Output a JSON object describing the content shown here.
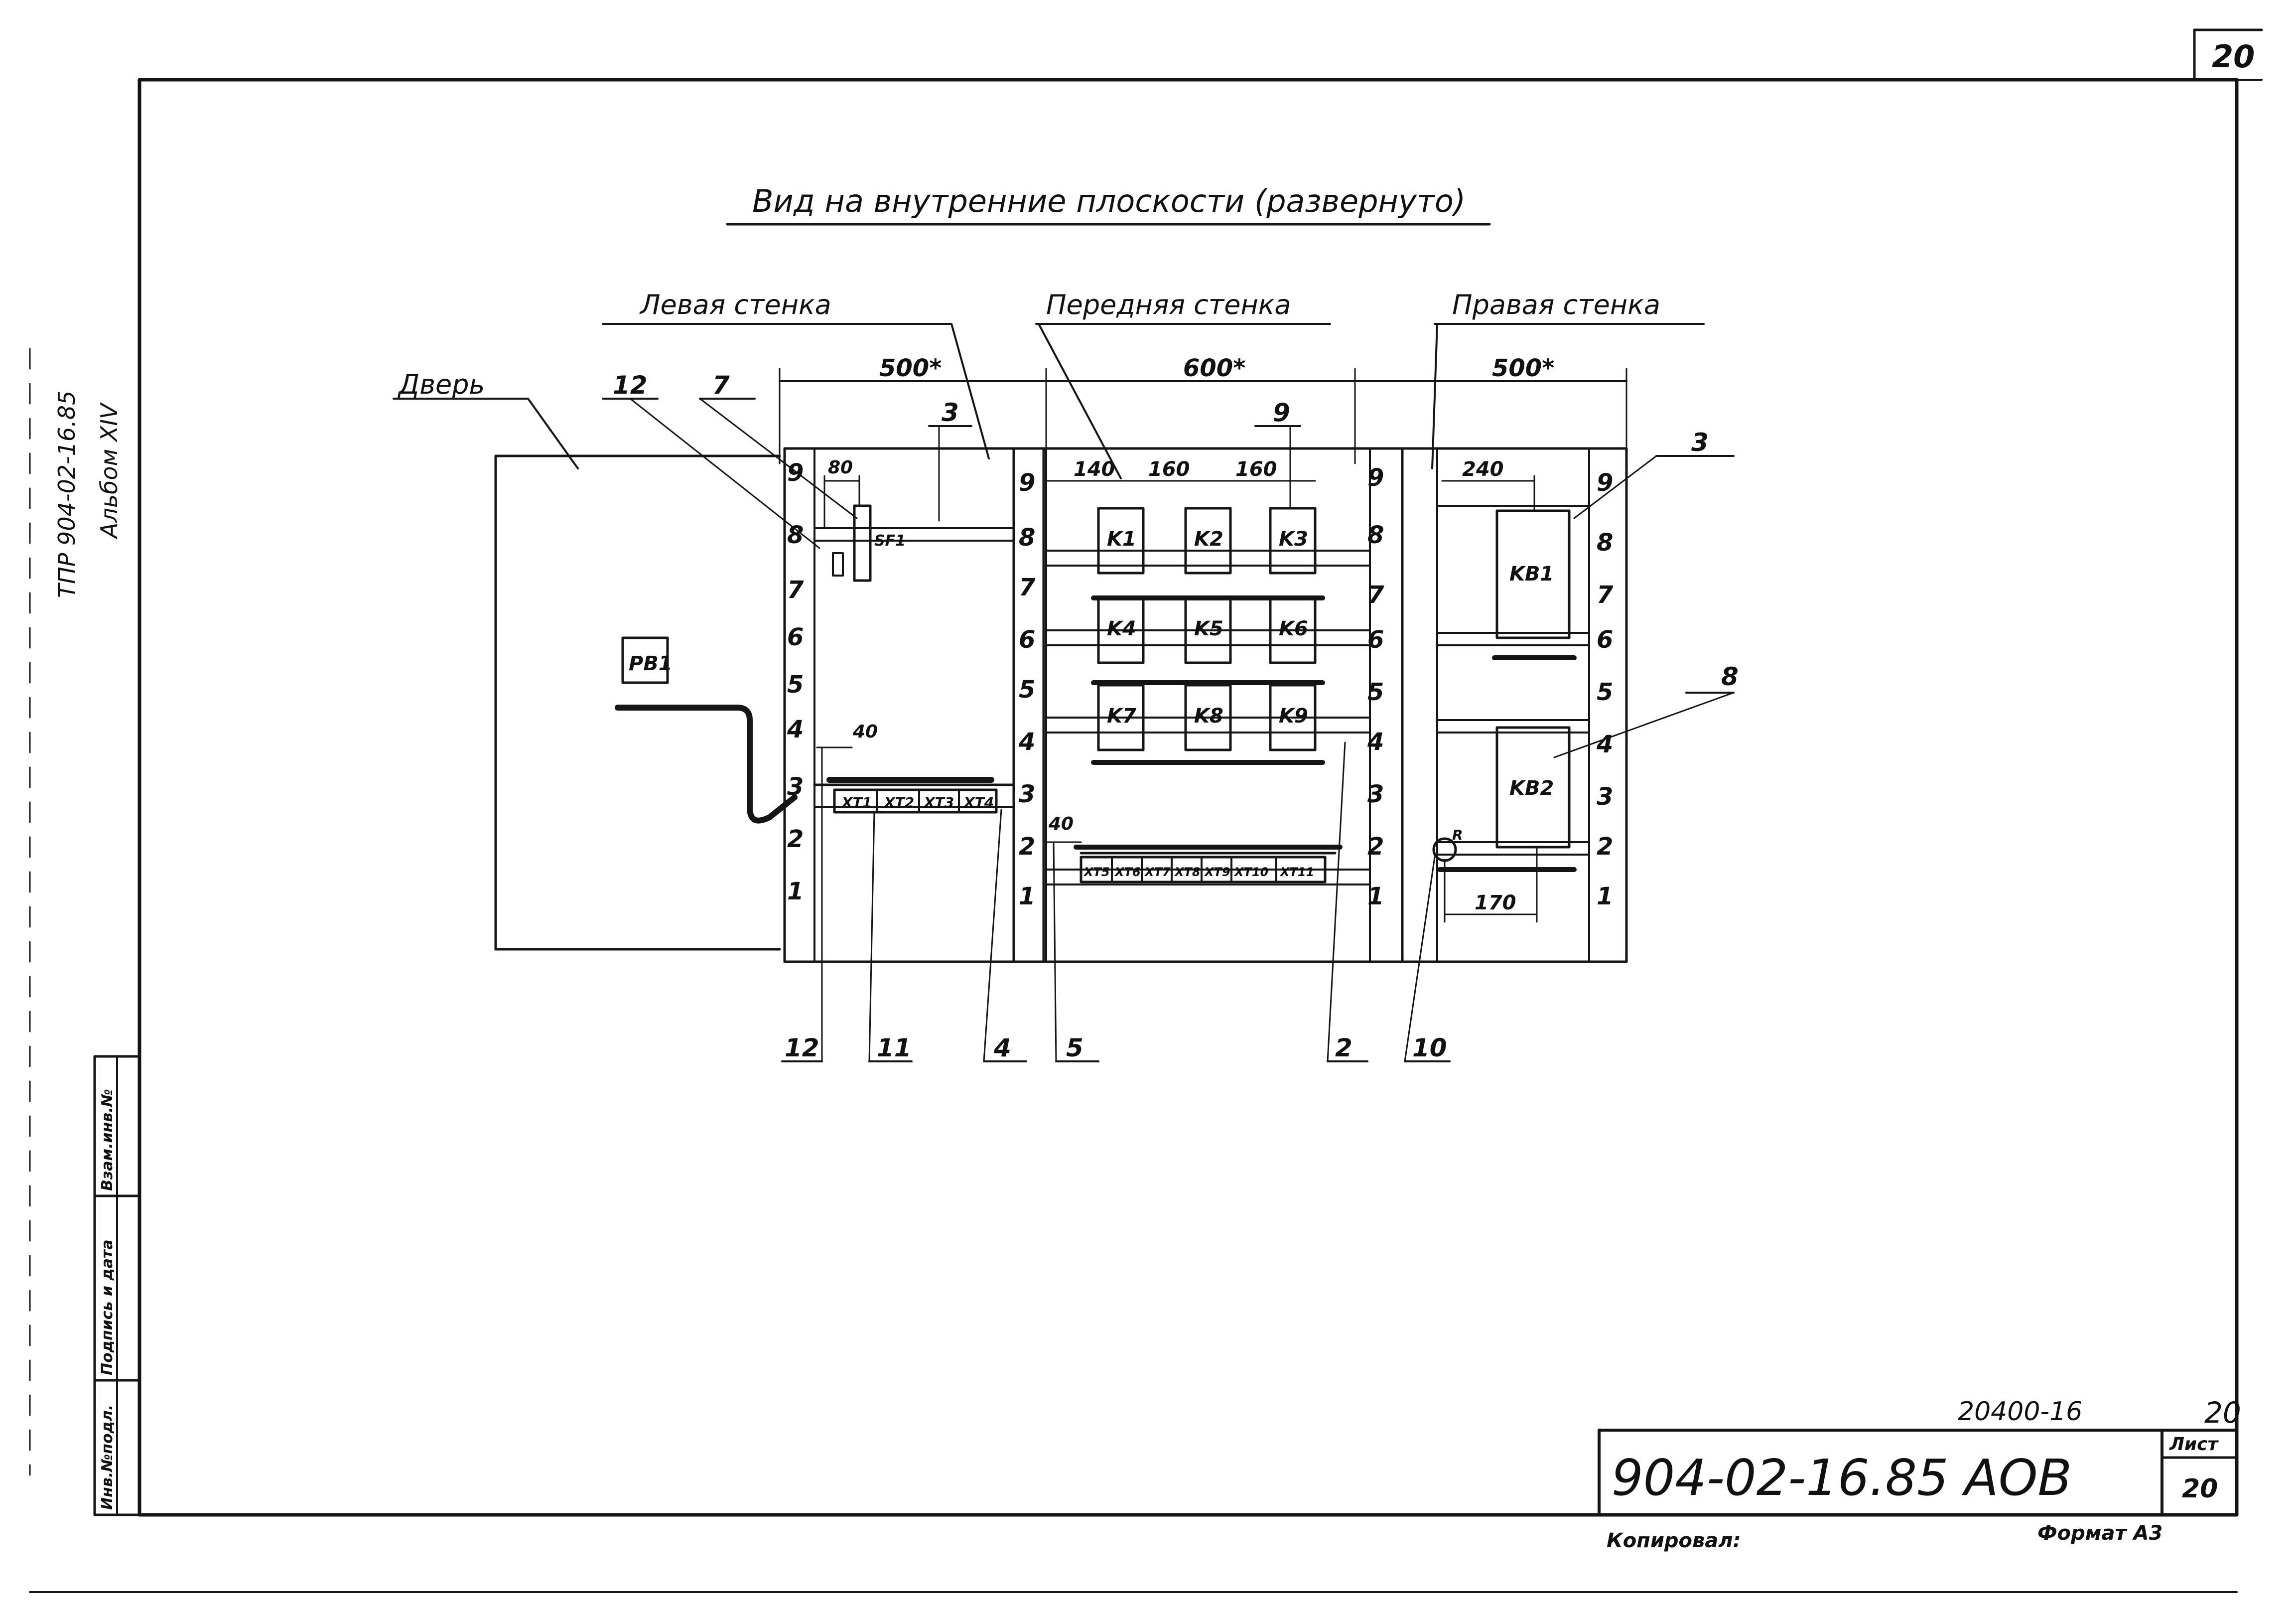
{
  "sheet": {
    "corner_number": "20",
    "title": "Вид на внутренние плоскости (развернуто)",
    "left_margin": {
      "line1": "ТПР 904-02-16.85",
      "line2": "Альбом XIV"
    },
    "stamp_labels": [
      "Инв.№подл.",
      "Подпись и дата",
      "Взам.инв.№"
    ],
    "footer": {
      "code_small": "20400-16",
      "sheet_num_top": "20",
      "designation": "904-02-16.85 АОВ",
      "list_label": "Лист",
      "list_number": "20",
      "copied": "Копировал:",
      "format": "Формат А3"
    }
  },
  "walls": {
    "left": {
      "label": "Левая стенка",
      "width": "500*"
    },
    "front": {
      "label": "Передняя стенка",
      "width": "600*"
    },
    "right": {
      "label": "Правая стенка",
      "width": "500*"
    },
    "door": {
      "label": "Дверь",
      "device": "PB1"
    }
  },
  "rails": [
    "1",
    "2",
    "3",
    "4",
    "5",
    "6",
    "7",
    "8",
    "9"
  ],
  "devices": {
    "contactors": [
      "K1",
      "K2",
      "K3",
      "K4",
      "K5",
      "K6",
      "K7",
      "K8",
      "K9"
    ],
    "breakers": [
      "KB1",
      "KB2"
    ],
    "switch": "SF1",
    "resistor": "R",
    "terminals_left": [
      "XT1",
      "XT2",
      "XT3",
      "XT4"
    ],
    "terminals_front": [
      "XT5",
      "XT6",
      "XT7",
      "XT8",
      "XT9",
      "XT10",
      "XT11"
    ]
  },
  "dimensions": {
    "left_80": "80",
    "left_40": "40",
    "front_40": "40",
    "front_140": "140",
    "front_160a": "160",
    "front_160b": "160",
    "right_240": "240",
    "right_170": "170"
  },
  "callouts": {
    "c12_top": "12",
    "c7": "7",
    "c3_left": "3",
    "c9": "9",
    "c3_right": "3",
    "c8": "8",
    "c12_bottom": "12",
    "c11": "11",
    "c4": "4",
    "c5": "5",
    "c2": "2",
    "c10": "10"
  }
}
